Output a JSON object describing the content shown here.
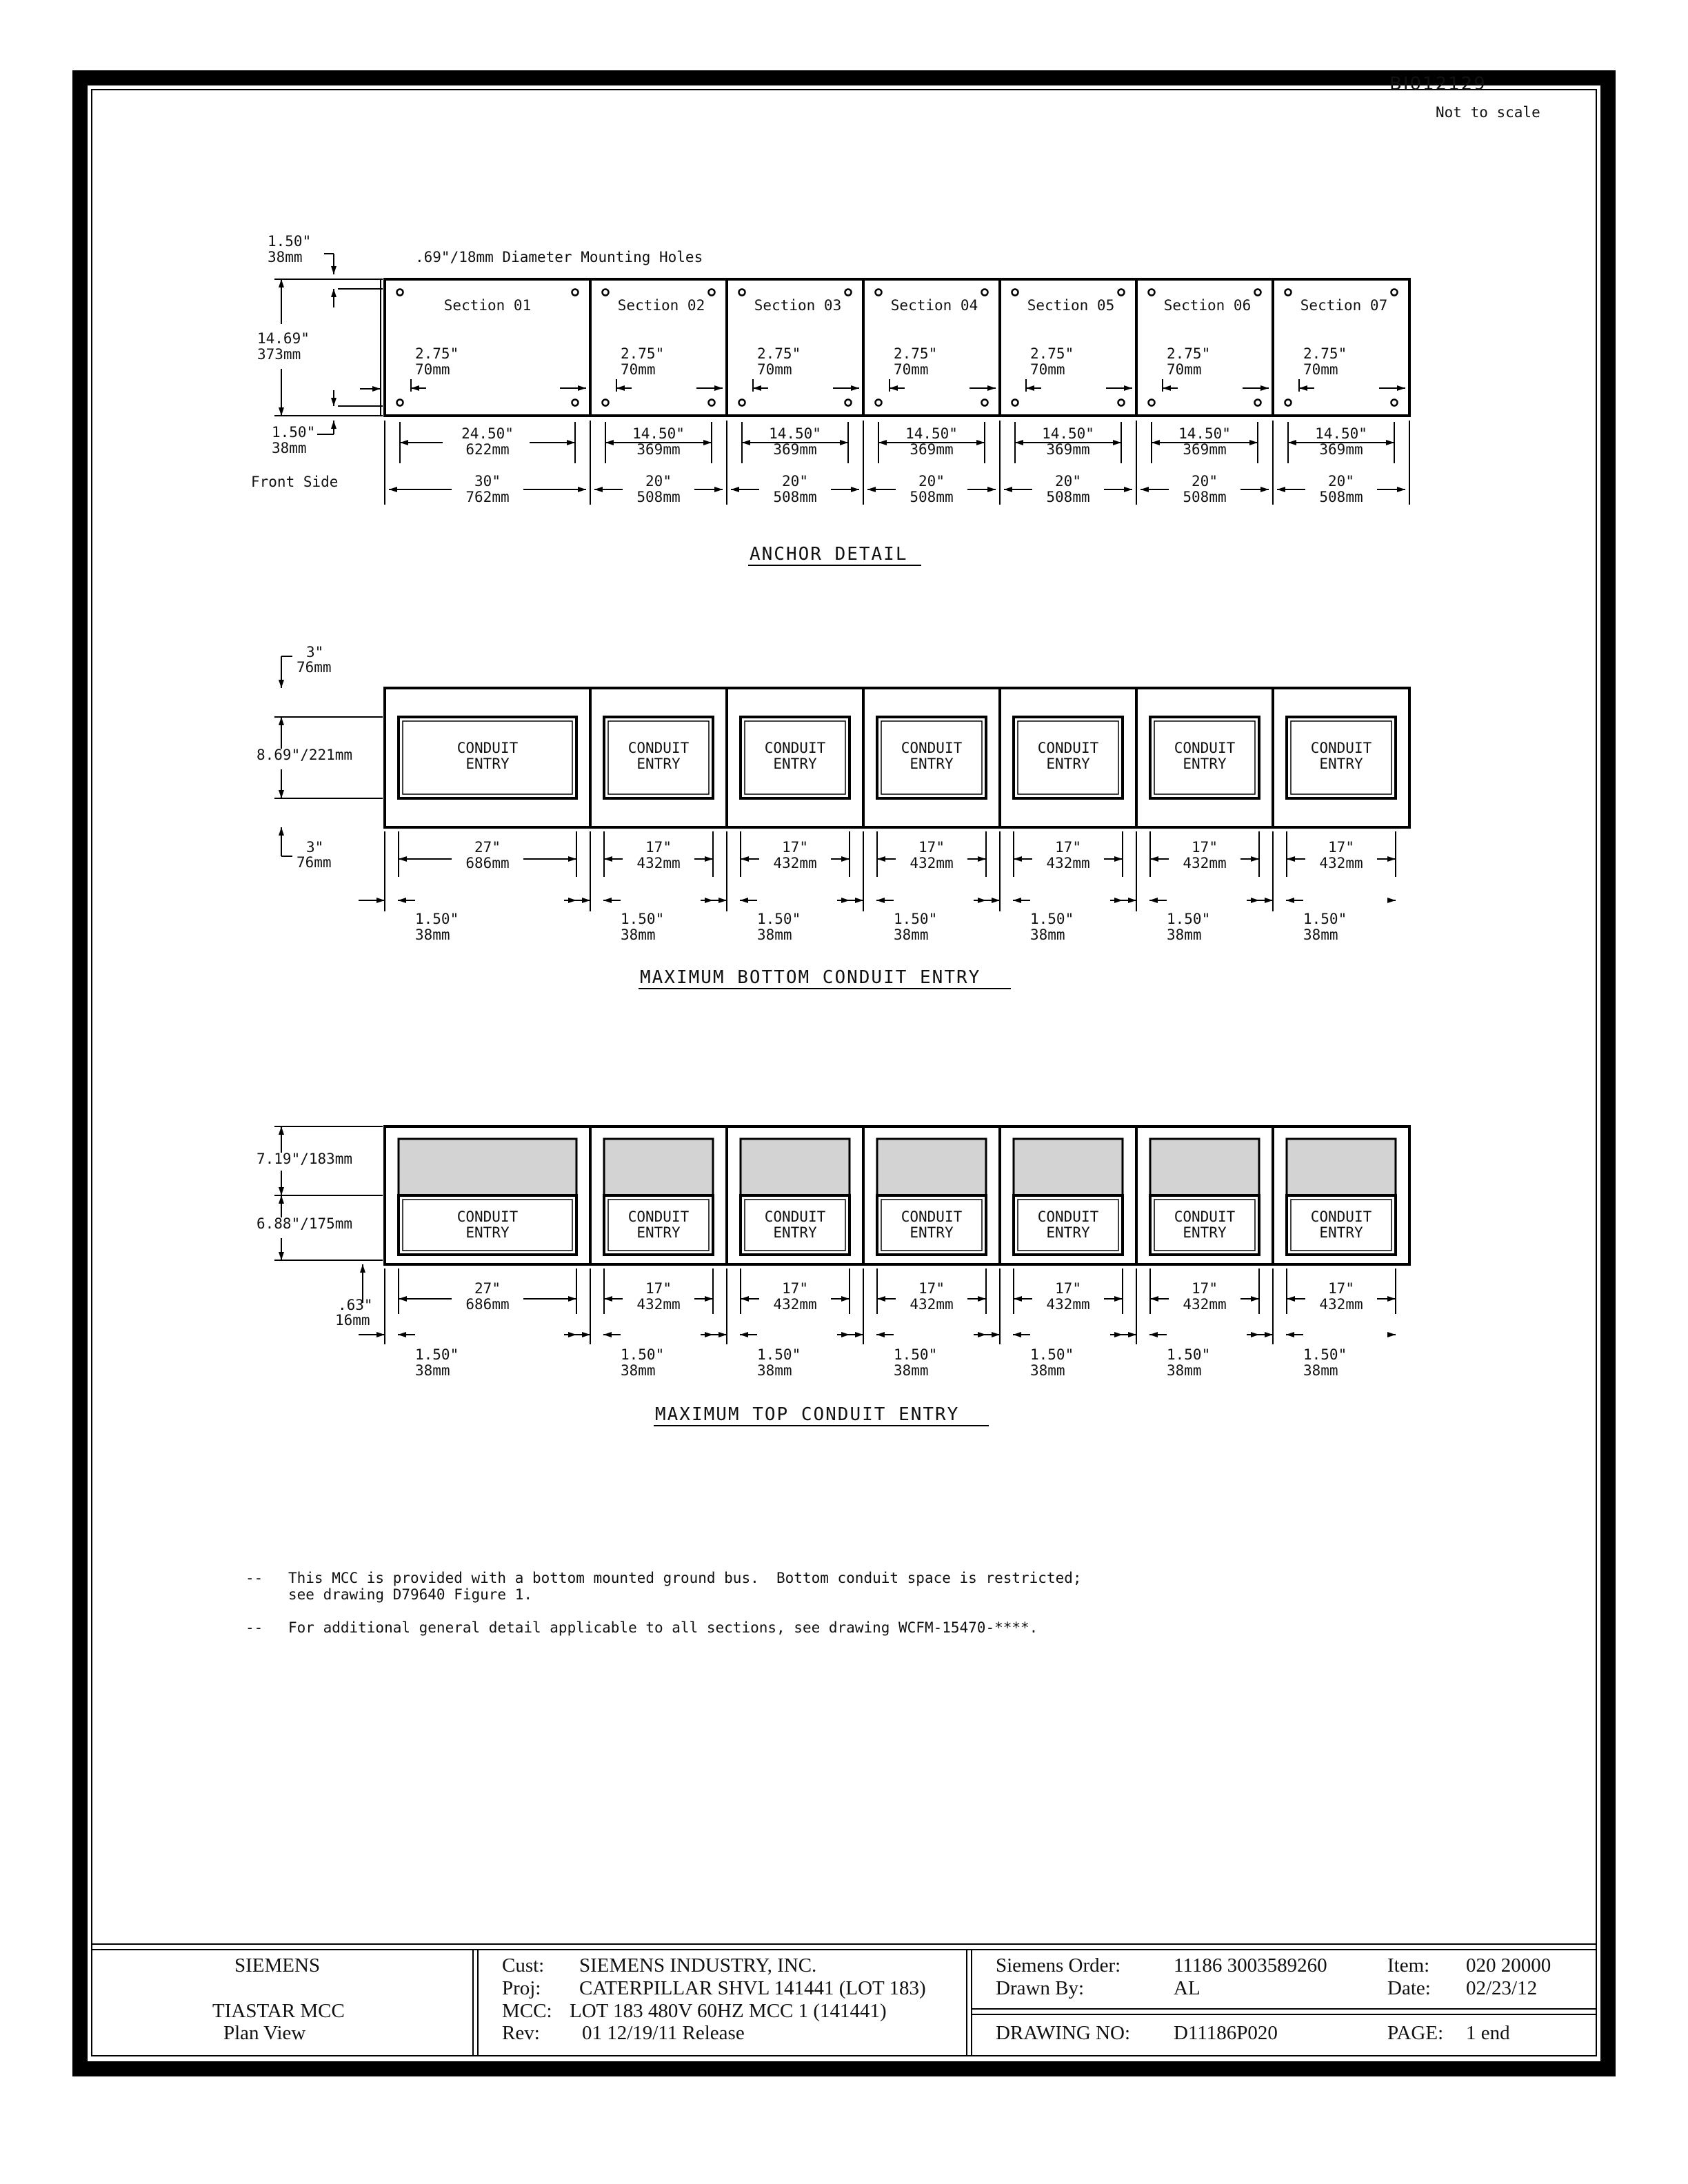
{
  "header": {
    "drawing_code": "BI012129",
    "scale_note": "Not to scale"
  },
  "anchor_detail": {
    "title": "ANCHOR DETAIL",
    "holes_note": ".69\"/18mm Diameter Mounting Holes",
    "front_side": "Front Side",
    "top_offset": [
      "1.50\"",
      "38mm"
    ],
    "depth": [
      "14.69\"",
      "373mm"
    ],
    "bottom_offset": [
      "1.50\"",
      "38mm"
    ],
    "sections": [
      {
        "label": "Section 01",
        "hole_offset": [
          "2.75\"",
          "70mm"
        ],
        "hole_span": [
          "24.50\"",
          "622mm"
        ],
        "width": [
          "30\"",
          "762mm"
        ]
      },
      {
        "label": "Section 02",
        "hole_offset": [
          "2.75\"",
          "70mm"
        ],
        "hole_span": [
          "14.50\"",
          "369mm"
        ],
        "width": [
          "20\"",
          "508mm"
        ]
      },
      {
        "label": "Section 03",
        "hole_offset": [
          "2.75\"",
          "70mm"
        ],
        "hole_span": [
          "14.50\"",
          "369mm"
        ],
        "width": [
          "20\"",
          "508mm"
        ]
      },
      {
        "label": "Section 04",
        "hole_offset": [
          "2.75\"",
          "70mm"
        ],
        "hole_span": [
          "14.50\"",
          "369mm"
        ],
        "width": [
          "20\"",
          "508mm"
        ]
      },
      {
        "label": "Section 05",
        "hole_offset": [
          "2.75\"",
          "70mm"
        ],
        "hole_span": [
          "14.50\"",
          "369mm"
        ],
        "width": [
          "20\"",
          "508mm"
        ]
      },
      {
        "label": "Section 06",
        "hole_offset": [
          "2.75\"",
          "70mm"
        ],
        "hole_span": [
          "14.50\"",
          "369mm"
        ],
        "width": [
          "20\"",
          "508mm"
        ]
      },
      {
        "label": "Section 07",
        "hole_offset": [
          "2.75\"",
          "70mm"
        ],
        "hole_span": [
          "14.50\"",
          "369mm"
        ],
        "width": [
          "20\"",
          "508mm"
        ]
      }
    ]
  },
  "bottom_entry": {
    "title": "MAXIMUM BOTTOM CONDUIT ENTRY",
    "top_offset": [
      "3\"",
      "76mm"
    ],
    "depth": "8.69\"/221mm",
    "bottom_offset": [
      "3\"",
      "76mm"
    ],
    "box_label": [
      "CONDUIT",
      "ENTRY"
    ],
    "side_offset": [
      "1.50\"",
      "38mm"
    ],
    "widths": [
      [
        "27\"",
        "686mm"
      ],
      [
        "17\"",
        "432mm"
      ],
      [
        "17\"",
        "432mm"
      ],
      [
        "17\"",
        "432mm"
      ],
      [
        "17\"",
        "432mm"
      ],
      [
        "17\"",
        "432mm"
      ],
      [
        "17\"",
        "432mm"
      ]
    ]
  },
  "top_entry": {
    "title": "MAXIMUM TOP CONDUIT ENTRY",
    "depth_shaded": "7.19\"/183mm",
    "depth_entry": "6.88\"/175mm",
    "front_offset": [
      ".63\"",
      "16mm"
    ],
    "box_label": [
      "CONDUIT",
      "ENTRY"
    ],
    "side_offset": [
      "1.50\"",
      "38mm"
    ],
    "widths": [
      [
        "27\"",
        "686mm"
      ],
      [
        "17\"",
        "432mm"
      ],
      [
        "17\"",
        "432mm"
      ],
      [
        "17\"",
        "432mm"
      ],
      [
        "17\"",
        "432mm"
      ],
      [
        "17\"",
        "432mm"
      ],
      [
        "17\"",
        "432mm"
      ]
    ]
  },
  "notes": [
    {
      "dash": "--",
      "lines": [
        "This MCC is provided with a bottom mounted ground bus.  Bottom conduit space is restricted;",
        "see drawing D79640 Figure 1."
      ]
    },
    {
      "dash": "--",
      "lines": [
        "For additional general detail applicable to all sections, see drawing WCFM-15470-****."
      ]
    }
  ],
  "title_block": {
    "company": "SIEMENS",
    "product": "TIASTAR MCC",
    "view": "Plan View",
    "cust_label": "Cust:",
    "cust": "SIEMENS INDUSTRY, INC.",
    "proj_label": "Proj:",
    "proj": "CATERPILLAR SHVL 141441 (LOT 183)",
    "mcc_label": "MCC:",
    "mcc": "LOT 183 480V 60HZ MCC 1 (141441)",
    "rev_label": "Rev:",
    "rev": "01 12/19/11 Release",
    "order_label": "Siemens Order:",
    "order": "11186 3003589260",
    "item_label": "Item:",
    "item": "020 20000",
    "drawn_label": "Drawn By:",
    "drawn": "AL",
    "date_label": "Date:",
    "date": "02/23/12",
    "dwg_label": "DRAWING NO:",
    "dwg": "D11186P020",
    "page_label": "PAGE:",
    "page": "1 end"
  }
}
